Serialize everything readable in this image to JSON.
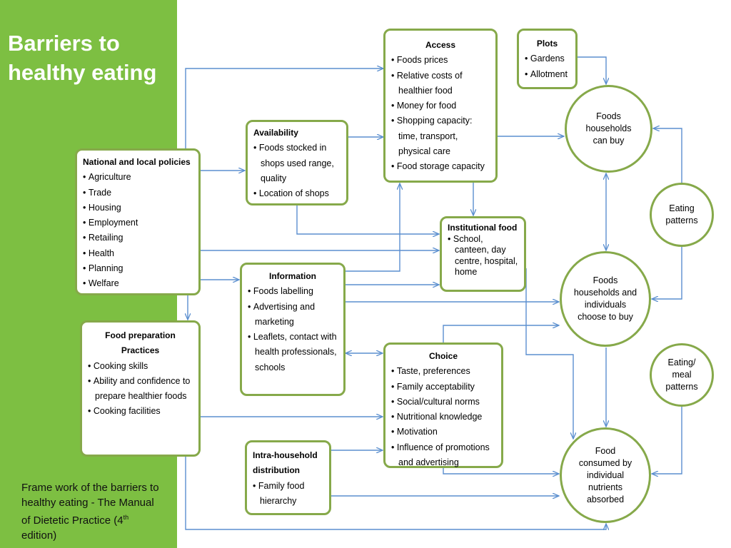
{
  "title": "Barriers to healthy eating",
  "caption": {
    "prefix": "Frame work of the barriers to healthy eating - The Manual of Dietetic Practice (4",
    "sup": "th",
    "suffix": " edition)"
  },
  "colors": {
    "sidebar": "#7dbf42",
    "border": "#86a94a",
    "arrow": "#5b8fcf"
  },
  "boxes": {
    "policies": {
      "title": "National and local policies",
      "items": [
        "Agriculture",
        "Trade",
        "Housing",
        "Employment",
        "Retailing",
        "Health",
        "Planning",
        "Welfare"
      ]
    },
    "availability": {
      "title": "Availability",
      "items": [
        "Foods stocked in shops used range, quality",
        "Location of shops"
      ]
    },
    "access": {
      "title": "Access",
      "items": [
        "Foods prices",
        "Relative costs of healthier food",
        "Money for food",
        "Shopping capacity: time, transport, physical care",
        "Food storage capacity"
      ]
    },
    "plots": {
      "title": "Plots",
      "items": [
        "Gardens",
        "Allotment"
      ]
    },
    "institutional": {
      "title": "Institutional food",
      "items": [
        "School, canteen, day centre, hospital, home"
      ]
    },
    "information": {
      "title": "Information",
      "items": [
        "Foods labelling",
        "Advertising and marketing",
        "Leaflets, contact with health professionals, schools"
      ]
    },
    "food_prep": {
      "title": "Food preparation Practices",
      "items": [
        "Cooking skills",
        "Ability and confidence to prepare healthier foods",
        "Cooking facilities"
      ]
    },
    "choice": {
      "title": "Choice",
      "items": [
        "Taste, preferences",
        "Family acceptability",
        "Social/cultural norms",
        "Nutritional knowledge",
        "Motivation",
        "Influence of promotions and advertising"
      ]
    },
    "intra": {
      "title": "Intra-household distribution",
      "items": [
        "Family food hierarchy"
      ]
    }
  },
  "circles": {
    "can_buy": "Foods households can buy",
    "eating_patterns": "Eating patterns",
    "choose": "Foods households and individuals choose to buy",
    "meal_patterns": "Eating/ meal patterns",
    "consumed": "Food consumed by individual nutrients absorbed"
  }
}
